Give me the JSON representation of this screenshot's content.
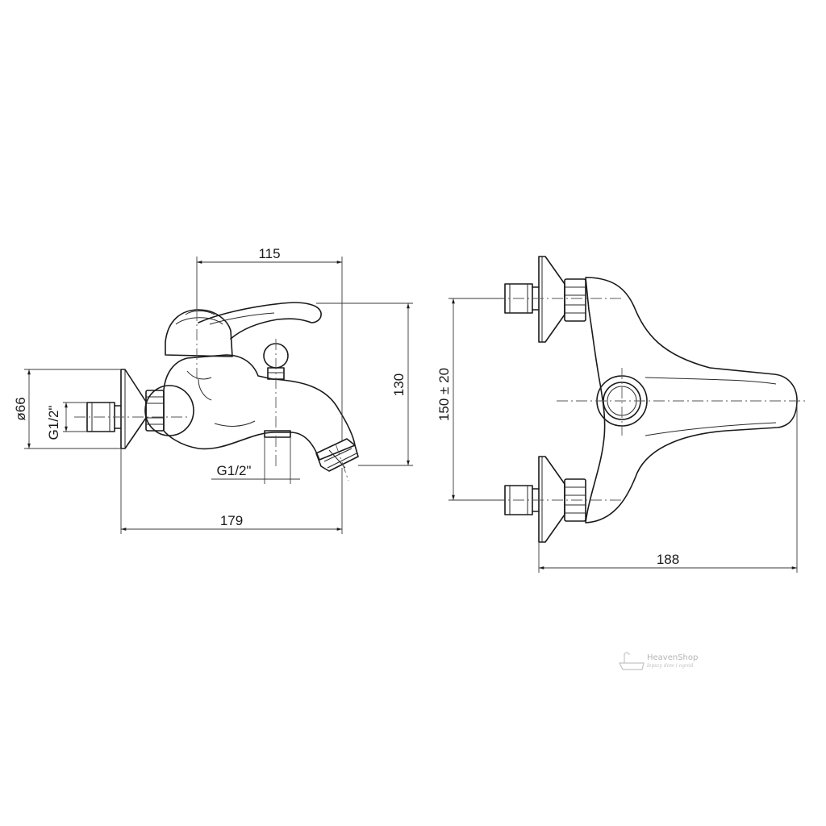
{
  "side_view": {
    "dim_width_top": "115",
    "dim_width_total": "179",
    "dim_height": "130",
    "dim_diameter": "ø66",
    "thread_inlet": "G1/2\"",
    "thread_outlet": "G1/2\""
  },
  "top_view": {
    "dim_spacing": "150 ± 20",
    "dim_width": "188"
  },
  "watermark": {
    "brand": "HeavenShop",
    "tagline": "lepszy dom i ogród"
  }
}
